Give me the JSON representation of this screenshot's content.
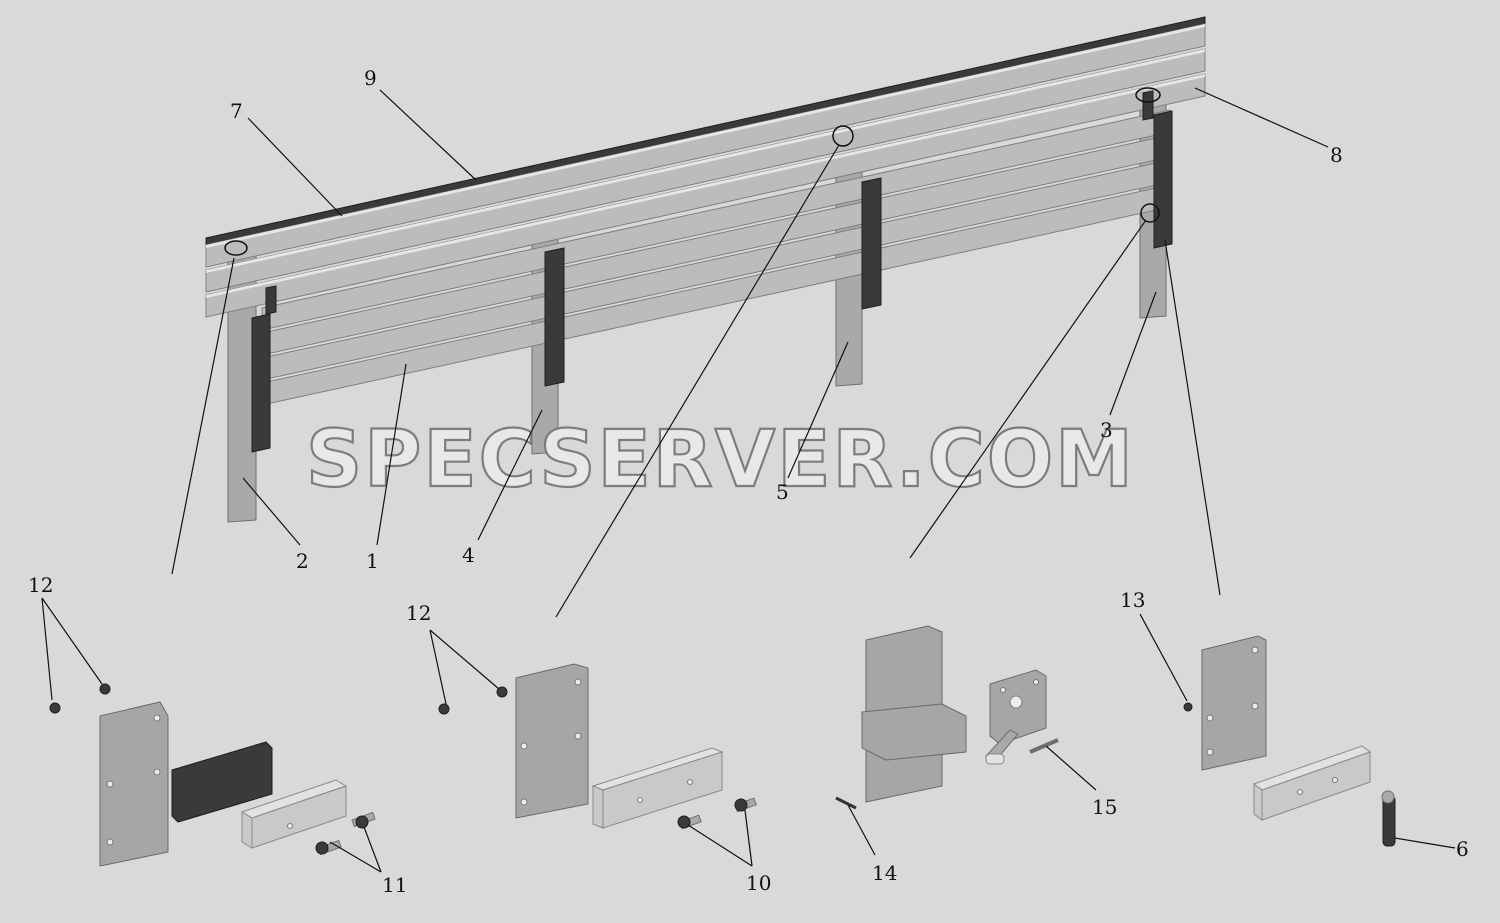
{
  "diagram": {
    "watermark": "SPECSERVER.COM",
    "callouts": [
      "1",
      "2",
      "3",
      "4",
      "5",
      "6",
      "7",
      "8",
      "9",
      "10",
      "11",
      "12",
      "12",
      "13",
      "14",
      "15"
    ]
  }
}
